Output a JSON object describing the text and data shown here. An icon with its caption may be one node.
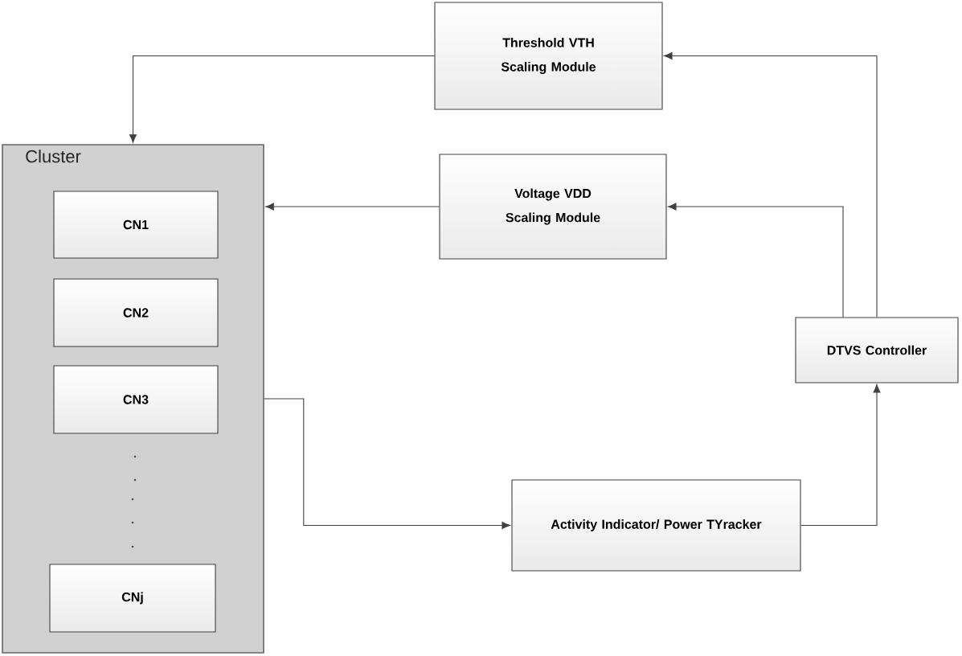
{
  "diagram": {
    "nodes": [
      {
        "text": [
          "Threshold VTH Scaling Module"
        ]
      },
      {
        "text": [
          "Voltage VDD Scaling Module"
        ]
      },
      {
        "text": [
          "Cluster"
        ]
      },
      {
        "text": [
          "CN1"
        ],
        "in": 2
      },
      {
        "text": [
          "CN2"
        ],
        "in": 2
      },
      {
        "text": [
          "CN3"
        ],
        "in": 2
      },
      {
        "text": [
          "CNj"
        ],
        "in": 2
      },
      {
        "text": [
          "DTVS Controller"
        ]
      },
      {
        "text": [
          "Activity Indicator/ Power TYracker"
        ]
      }
    ],
    "edges": [
      {
        "from": 0,
        "to": 2,
        "arrow": "to"
      },
      {
        "from": 1,
        "to": 2,
        "arrow": "to"
      },
      {
        "from": 7,
        "to": 1,
        "arrow": "to"
      },
      {
        "from": 7,
        "to": 0,
        "arrow": "to"
      },
      {
        "from": 2,
        "to": 8,
        "arrow": "to"
      },
      {
        "from": 8,
        "to": 7,
        "arrow": "to"
      }
    ]
  }
}
